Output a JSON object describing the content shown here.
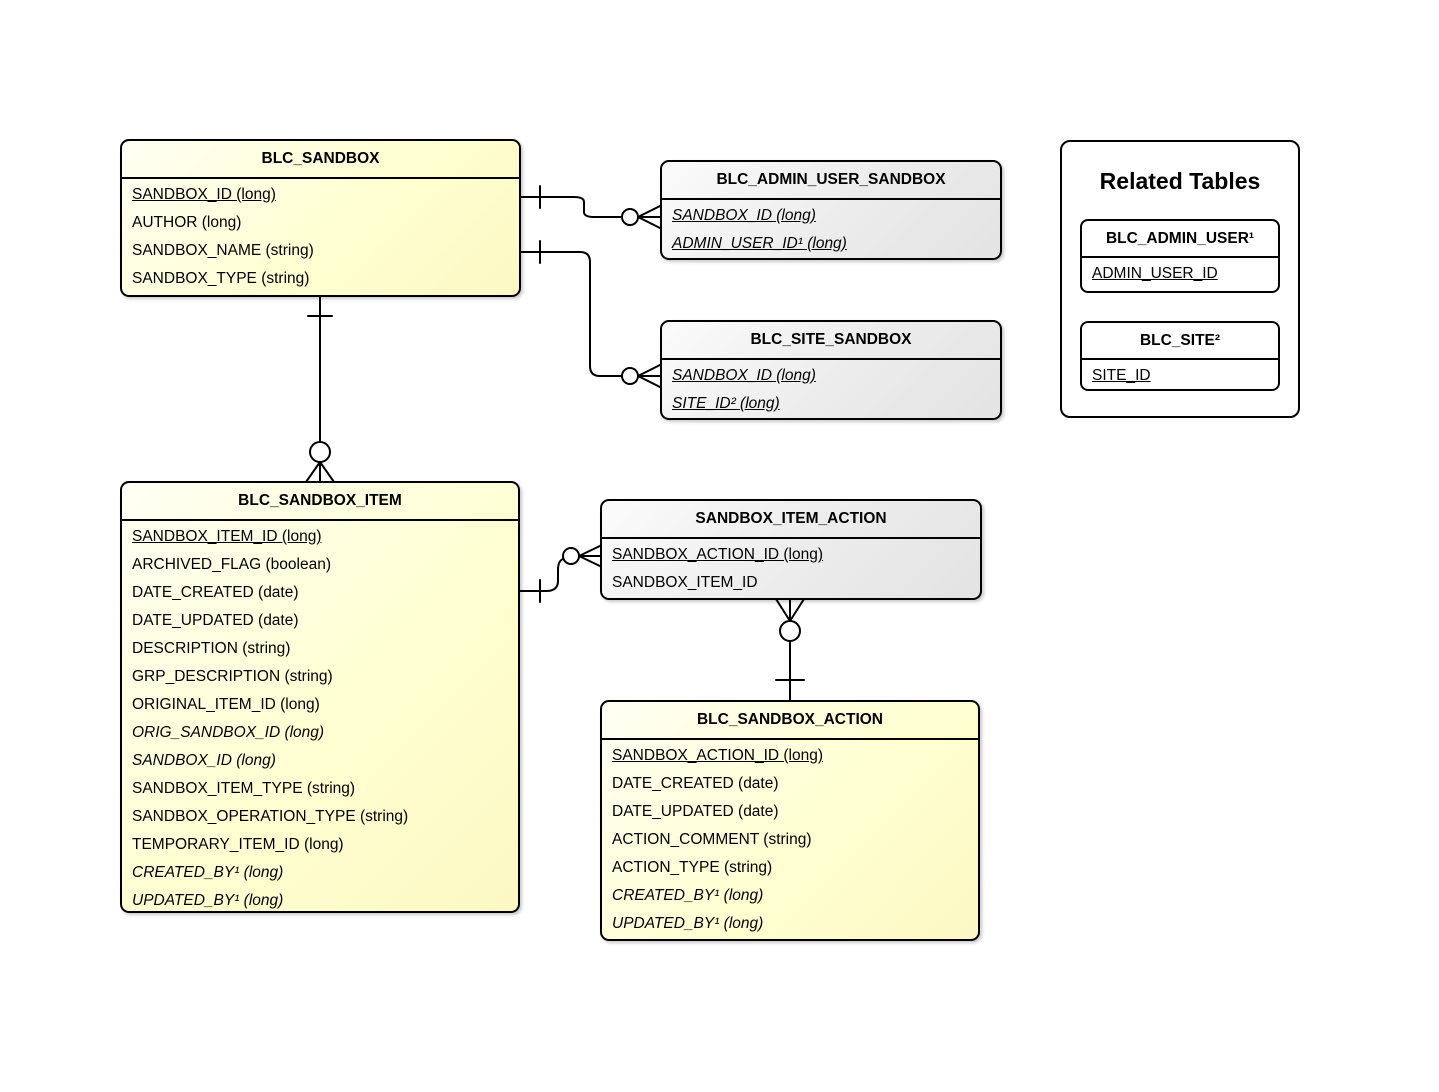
{
  "colors": {
    "entity_fill": "#ffffd2",
    "association_fill": "#ececec",
    "border": "#000000",
    "background": "#ffffff"
  },
  "tables": {
    "blc_sandbox": {
      "title": "BLC_SANDBOX",
      "columns": [
        {
          "text": "SANDBOX_ID (long)",
          "key": "pk"
        },
        {
          "text": "AUTHOR (long)",
          "key": "plain"
        },
        {
          "text": "SANDBOX_NAME (string)",
          "key": "plain"
        },
        {
          "text": "SANDBOX_TYPE (string)",
          "key": "plain"
        }
      ]
    },
    "blc_admin_user_sandbox": {
      "title": "BLC_ADMIN_USER_SANDBOX",
      "columns": [
        {
          "text": "SANDBOX_ID (long)",
          "key": "pk-fk"
        },
        {
          "text": "ADMIN_USER_ID¹ (long)",
          "key": "pk-fk"
        }
      ]
    },
    "blc_site_sandbox": {
      "title": "BLC_SITE_SANDBOX",
      "columns": [
        {
          "text": "SANDBOX_ID (long)",
          "key": "pk-fk"
        },
        {
          "text": "SITE_ID² (long)",
          "key": "pk-fk"
        }
      ]
    },
    "blc_sandbox_item": {
      "title": "BLC_SANDBOX_ITEM",
      "columns": [
        {
          "text": "SANDBOX_ITEM_ID (long)",
          "key": "pk"
        },
        {
          "text": "ARCHIVED_FLAG (boolean)",
          "key": "plain"
        },
        {
          "text": "DATE_CREATED (date)",
          "key": "plain"
        },
        {
          "text": "DATE_UPDATED (date)",
          "key": "plain"
        },
        {
          "text": "DESCRIPTION (string)",
          "key": "plain"
        },
        {
          "text": "GRP_DESCRIPTION (string)",
          "key": "plain"
        },
        {
          "text": "ORIGINAL_ITEM_ID (long)",
          "key": "plain"
        },
        {
          "text": "ORIG_SANDBOX_ID (long)",
          "key": "fk"
        },
        {
          "text": "SANDBOX_ID (long)",
          "key": "fk"
        },
        {
          "text": "SANDBOX_ITEM_TYPE (string)",
          "key": "plain"
        },
        {
          "text": "SANDBOX_OPERATION_TYPE (string)",
          "key": "plain"
        },
        {
          "text": "TEMPORARY_ITEM_ID (long)",
          "key": "plain"
        },
        {
          "text": "CREATED_BY¹ (long)",
          "key": "fk"
        },
        {
          "text": "UPDATED_BY¹ (long)",
          "key": "fk"
        }
      ]
    },
    "sandbox_item_action": {
      "title": "SANDBOX_ITEM_ACTION",
      "columns": [
        {
          "text": "SANDBOX_ACTION_ID (long)",
          "key": "pk"
        },
        {
          "text": "SANDBOX_ITEM_ID",
          "key": "plain"
        }
      ]
    },
    "blc_sandbox_action": {
      "title": "BLC_SANDBOX_ACTION",
      "columns": [
        {
          "text": "SANDBOX_ACTION_ID (long)",
          "key": "pk"
        },
        {
          "text": "DATE_CREATED (date)",
          "key": "plain"
        },
        {
          "text": "DATE_UPDATED (date)",
          "key": "plain"
        },
        {
          "text": "ACTION_COMMENT (string)",
          "key": "plain"
        },
        {
          "text": "ACTION_TYPE (string)",
          "key": "plain"
        },
        {
          "text": "CREATED_BY¹ (long)",
          "key": "fk"
        },
        {
          "text": "UPDATED_BY¹ (long)",
          "key": "fk"
        }
      ]
    }
  },
  "related": {
    "heading": "Related Tables",
    "tables": {
      "blc_admin_user": {
        "title": "BLC_ADMIN_USER¹",
        "columns": [
          {
            "text": "ADMIN_USER_ID",
            "key": "pk"
          }
        ]
      },
      "blc_site": {
        "title": "BLC_SITE²",
        "columns": [
          {
            "text": "SITE_ID",
            "key": "pk"
          }
        ]
      }
    }
  },
  "relationships": [
    {
      "from": "BLC_SANDBOX",
      "to": "BLC_ADMIN_USER_SANDBOX",
      "from_end": "one",
      "to_end": "zero-or-many"
    },
    {
      "from": "BLC_SANDBOX",
      "to": "BLC_SITE_SANDBOX",
      "from_end": "one",
      "to_end": "zero-or-many"
    },
    {
      "from": "BLC_SANDBOX",
      "to": "BLC_SANDBOX_ITEM",
      "from_end": "one",
      "to_end": "zero-or-many"
    },
    {
      "from": "BLC_SANDBOX_ITEM",
      "to": "SANDBOX_ITEM_ACTION",
      "from_end": "one",
      "to_end": "zero-or-many"
    },
    {
      "from": "BLC_SANDBOX_ACTION",
      "to": "SANDBOX_ITEM_ACTION",
      "from_end": "one",
      "to_end": "zero-or-many"
    }
  ]
}
